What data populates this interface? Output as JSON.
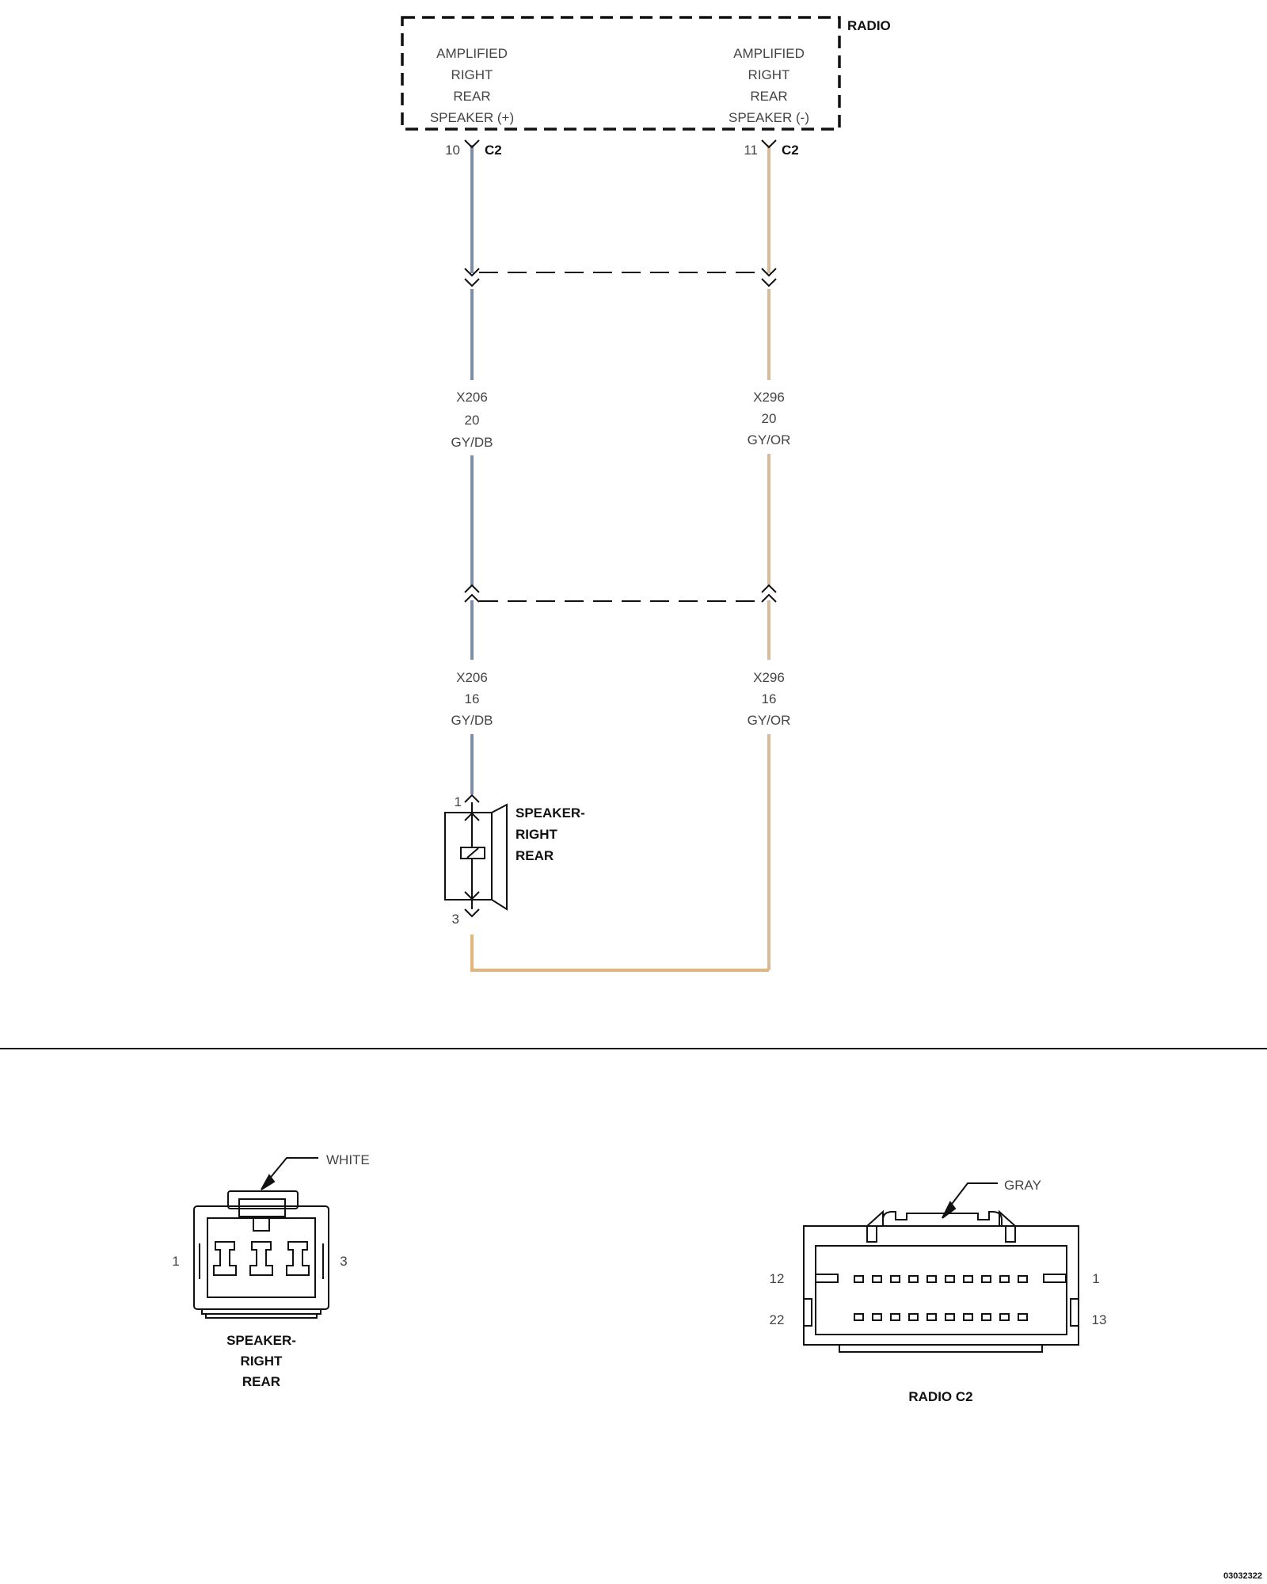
{
  "colors": {
    "wire_gy_db": "#7f8ea8",
    "wire_gy_or": "#d8b99a",
    "wire_ground": "#e2b57c",
    "ink": "#111111"
  },
  "radio": {
    "title": "RADIO",
    "pin_plus": {
      "lines": [
        "AMPLIFIED",
        "RIGHT",
        "REAR",
        "SPEAKER (+)"
      ],
      "cavity": "10",
      "connector": "C2"
    },
    "pin_minus": {
      "lines": [
        "AMPLIFIED",
        "RIGHT",
        "REAR",
        "SPEAKER (-)"
      ],
      "cavity": "11",
      "connector": "C2"
    }
  },
  "wires": {
    "left_upper": {
      "code": "X206",
      "gauge": "20",
      "color": "GY/DB"
    },
    "right_upper": {
      "code": "X296",
      "gauge": "20",
      "color": "GY/OR"
    },
    "left_lower": {
      "code": "X206",
      "gauge": "16",
      "color": "GY/DB"
    },
    "right_lower": {
      "code": "X296",
      "gauge": "16",
      "color": "GY/OR"
    }
  },
  "speaker": {
    "lines": [
      "SPEAKER-",
      "RIGHT",
      "REAR"
    ],
    "pin_top": "1",
    "pin_bottom": "3"
  },
  "connector_views": {
    "speaker_conn": {
      "color_label": "WHITE",
      "pin_left": "1",
      "pin_right": "3",
      "lines": [
        "SPEAKER-",
        "RIGHT",
        "REAR"
      ]
    },
    "radio_c2": {
      "color_label": "GRAY",
      "pin_top_left": "12",
      "pin_top_right": "1",
      "pin_bottom_left": "22",
      "pin_bottom_right": "13",
      "label": "RADIO C2"
    }
  },
  "figure_id": "03032322"
}
